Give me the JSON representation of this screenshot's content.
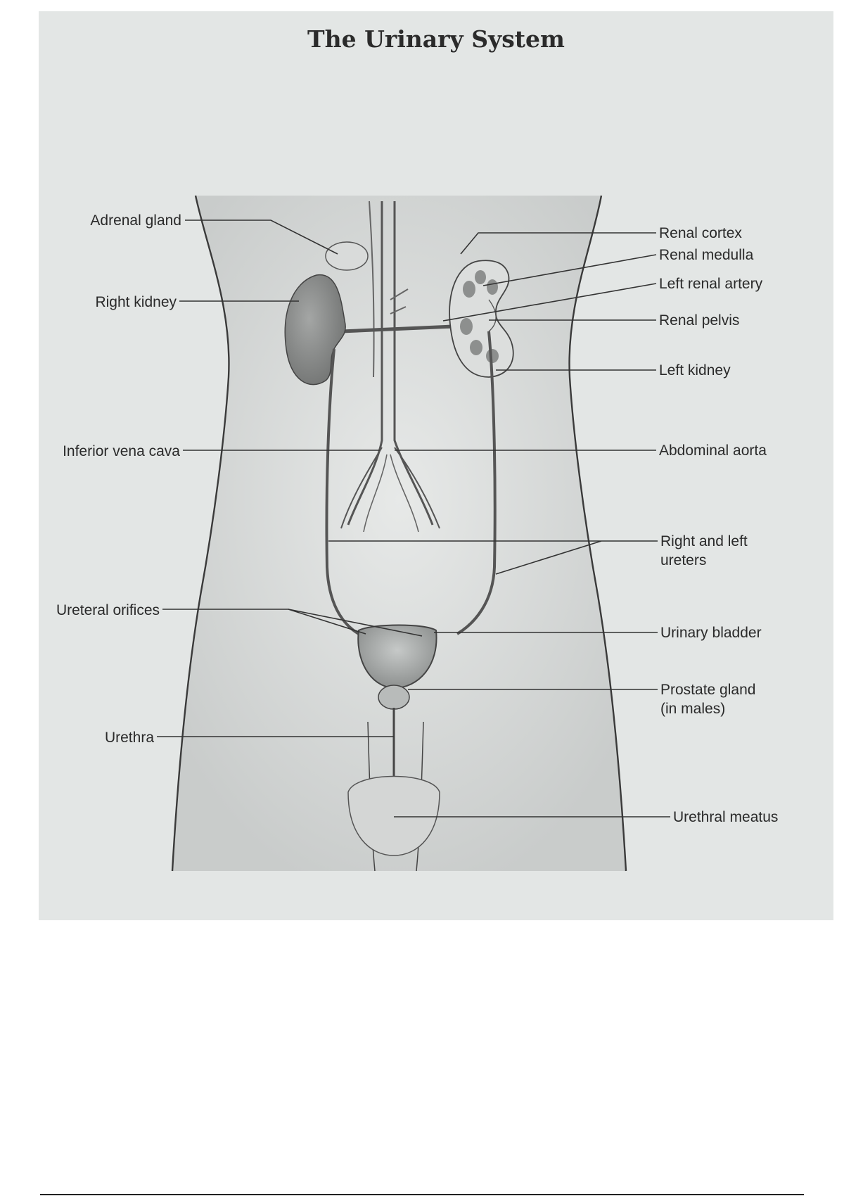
{
  "title": "The Urinary System",
  "labels": {
    "adrenal_gland": "Adrenal gland",
    "right_kidney": "Right kidney",
    "inferior_vena_cava": "Inferior vena cava",
    "ureteral_orifices": "Ureteral orifices",
    "urethra": "Urethra",
    "renal_cortex": "Renal cortex",
    "renal_medulla": "Renal medulla",
    "left_renal_artery": "Left renal artery",
    "renal_pelvis": "Renal pelvis",
    "left_kidney": "Left kidney",
    "abdominal_aorta": "Abdominal aorta",
    "ureters_line1": "Right and left",
    "ureters_line2": "ureters",
    "urinary_bladder": "Urinary bladder",
    "prostate_line1": "Prostate gland",
    "prostate_line2": "(in males)",
    "urethral_meatus": "Urethral meatus"
  },
  "colors": {
    "background": "#e3e6e5",
    "kidney": "#8f9190",
    "outline": "#3a3a3a"
  }
}
